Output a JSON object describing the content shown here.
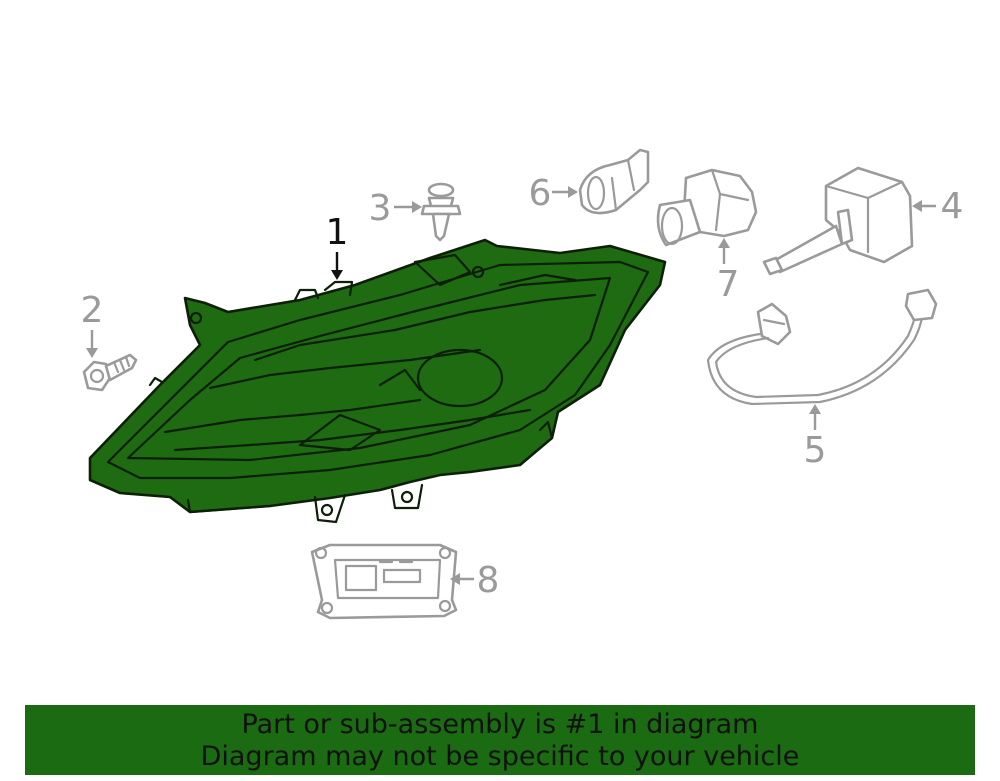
{
  "callouts": {
    "c1": "1",
    "c2": "2",
    "c3": "3",
    "c4": "4",
    "c5": "5",
    "c6": "6",
    "c7": "7",
    "c8": "8"
  },
  "banner": {
    "line1": "Part or sub-assembly is #1 in diagram",
    "line2": "Diagram may not be specific to your vehicle"
  },
  "colors": {
    "highlight": "#1e6b12",
    "banner": "#1b6b12",
    "linework": "#9a9a9a"
  }
}
